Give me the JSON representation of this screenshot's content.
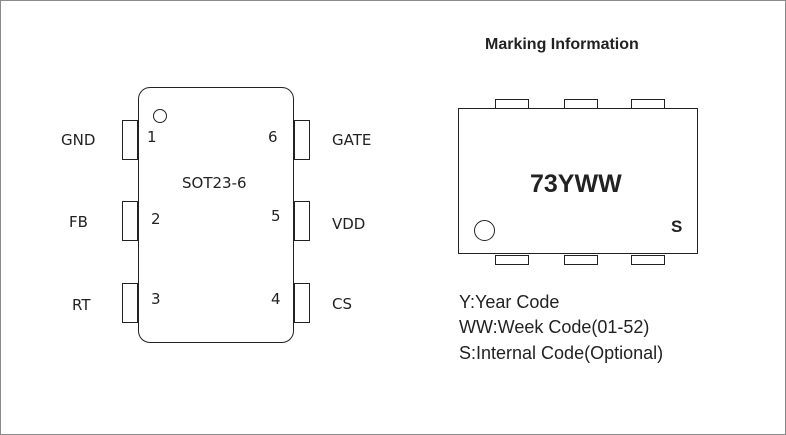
{
  "package": {
    "name": "SOT23-6",
    "pins": [
      {
        "number": "1",
        "name": "GND"
      },
      {
        "number": "2",
        "name": "FB"
      },
      {
        "number": "3",
        "name": "RT"
      },
      {
        "number": "4",
        "name": "CS"
      },
      {
        "number": "5",
        "name": "VDD"
      },
      {
        "number": "6",
        "name": "GATE"
      }
    ]
  },
  "marking": {
    "title": "Marking Information",
    "code": "73YWW",
    "corner_letter": "S",
    "legend": [
      "Y:Year Code",
      "WW:Week Code(01-52)",
      "S:Internal Code(Optional)"
    ]
  },
  "colors": {
    "line": "#222222",
    "frame": "#8a8a8a",
    "background": "#ffffff"
  }
}
